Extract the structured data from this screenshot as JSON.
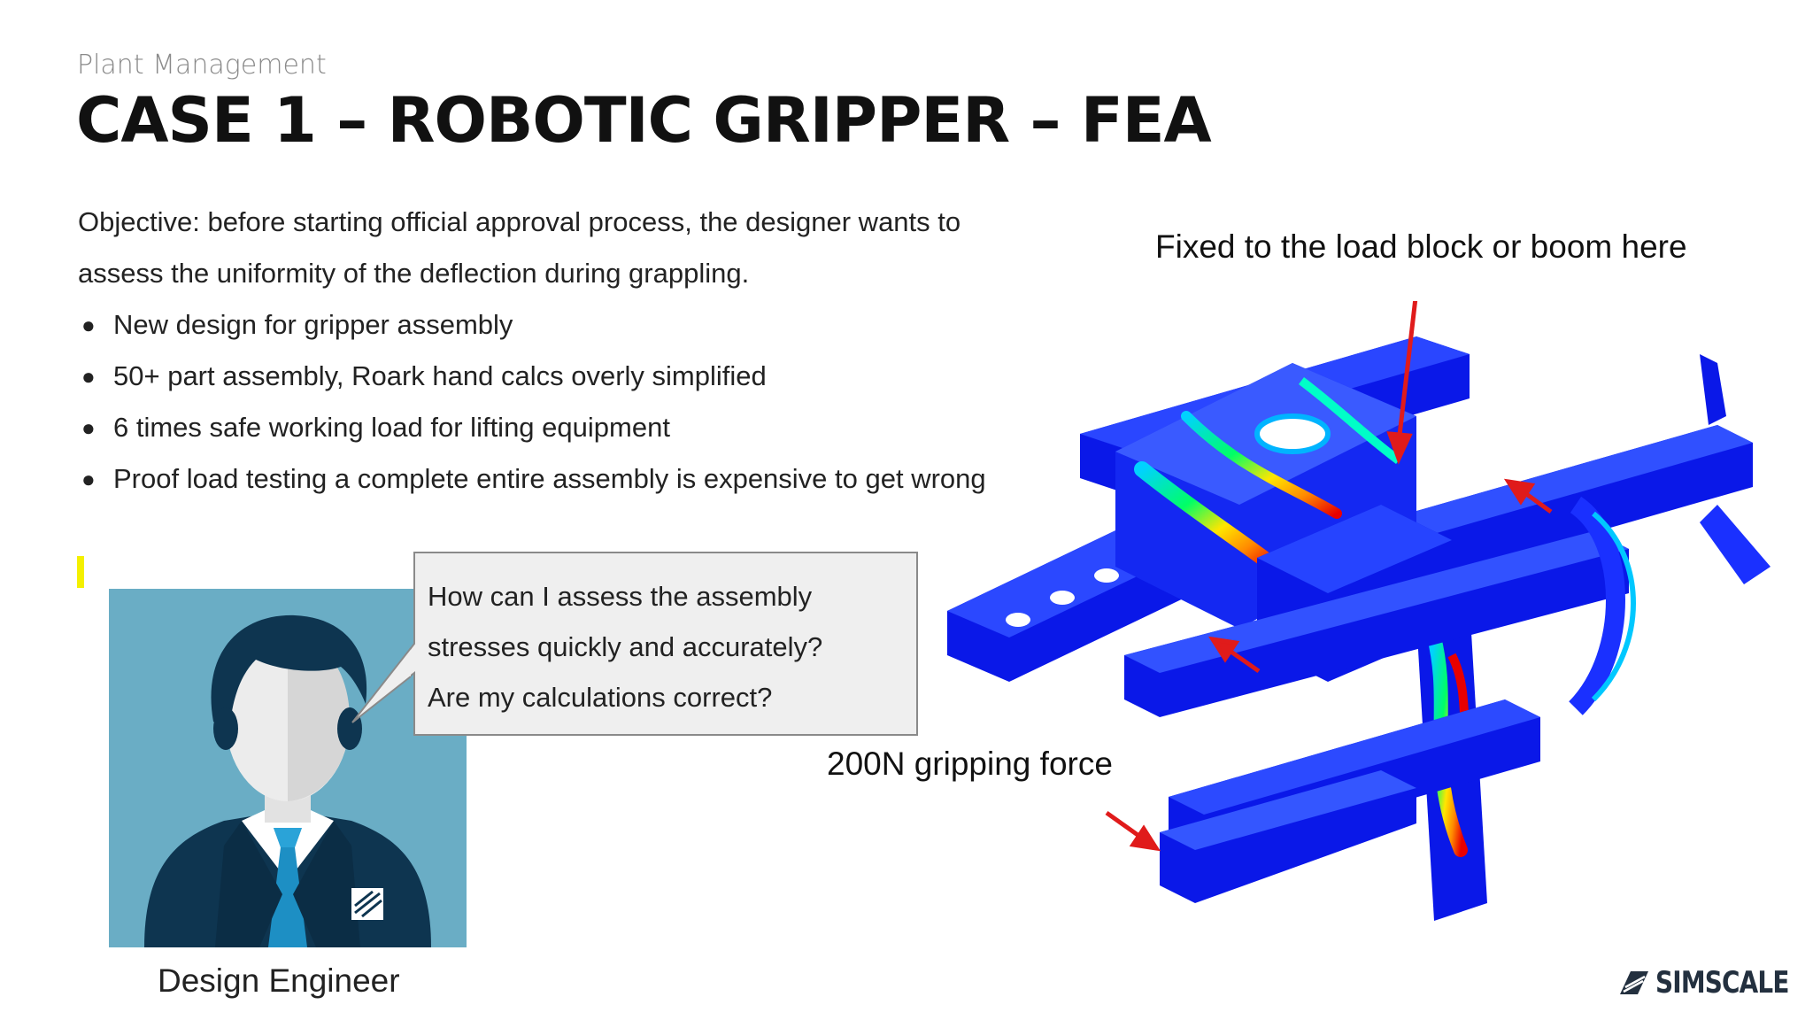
{
  "header": {
    "section": "Plant Management",
    "title": "CASE 1 – ROBOTIC GRIPPER – FEA"
  },
  "content": {
    "objective": "Objective: before starting official approval process, the designer wants to assess the uniformity of the deflection during grappling.",
    "bullets": [
      "New design for gripper assembly",
      "50+ part assembly, Roark hand calcs overly simplified",
      "6 times safe working load for lifting equipment",
      "Proof load testing a complete entire assembly is expensive to get wrong"
    ]
  },
  "engineer": {
    "label": "Design Engineer",
    "speech_lines": [
      "How can I assess the assembly",
      "stresses quickly and accurately?",
      "Are my calculations correct?"
    ]
  },
  "figure": {
    "annotation_fixed": "Fixed to the load block or boom here",
    "annotation_force": "200N gripping force"
  },
  "brand": {
    "name": "SIMSCALE"
  },
  "colors": {
    "engineer_bg": "#6aadc5",
    "suit": "#0e3550",
    "tie": "#1d8fc4",
    "arrow": "#e01b1b",
    "fea_blue": "#0a18e8",
    "highlight": "#f4f000"
  },
  "icons": [
    "person-avatar-icon",
    "speech-bubble-icon",
    "simscale-logo-icon"
  ]
}
